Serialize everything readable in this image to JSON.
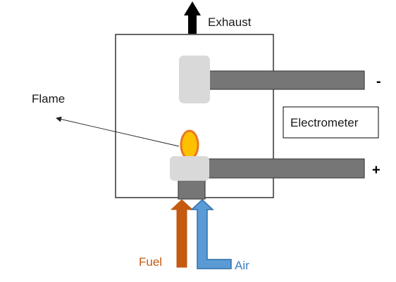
{
  "labels": {
    "exhaust": "Exhaust",
    "flame": "Flame",
    "electrometer": "Electrometer",
    "minus": "-",
    "plus": "+",
    "fuel": "Fuel",
    "air": "Air"
  },
  "colors": {
    "outline": "#000000",
    "electrode": "#767676",
    "electrode_outline": "#404040",
    "insulator": "#d9d9d9",
    "flame_outer": "#e87722",
    "flame_inner": "#ffc000",
    "fuel": "#c55a11",
    "air": "#5b9bd5",
    "text": "#1a1a1a"
  }
}
